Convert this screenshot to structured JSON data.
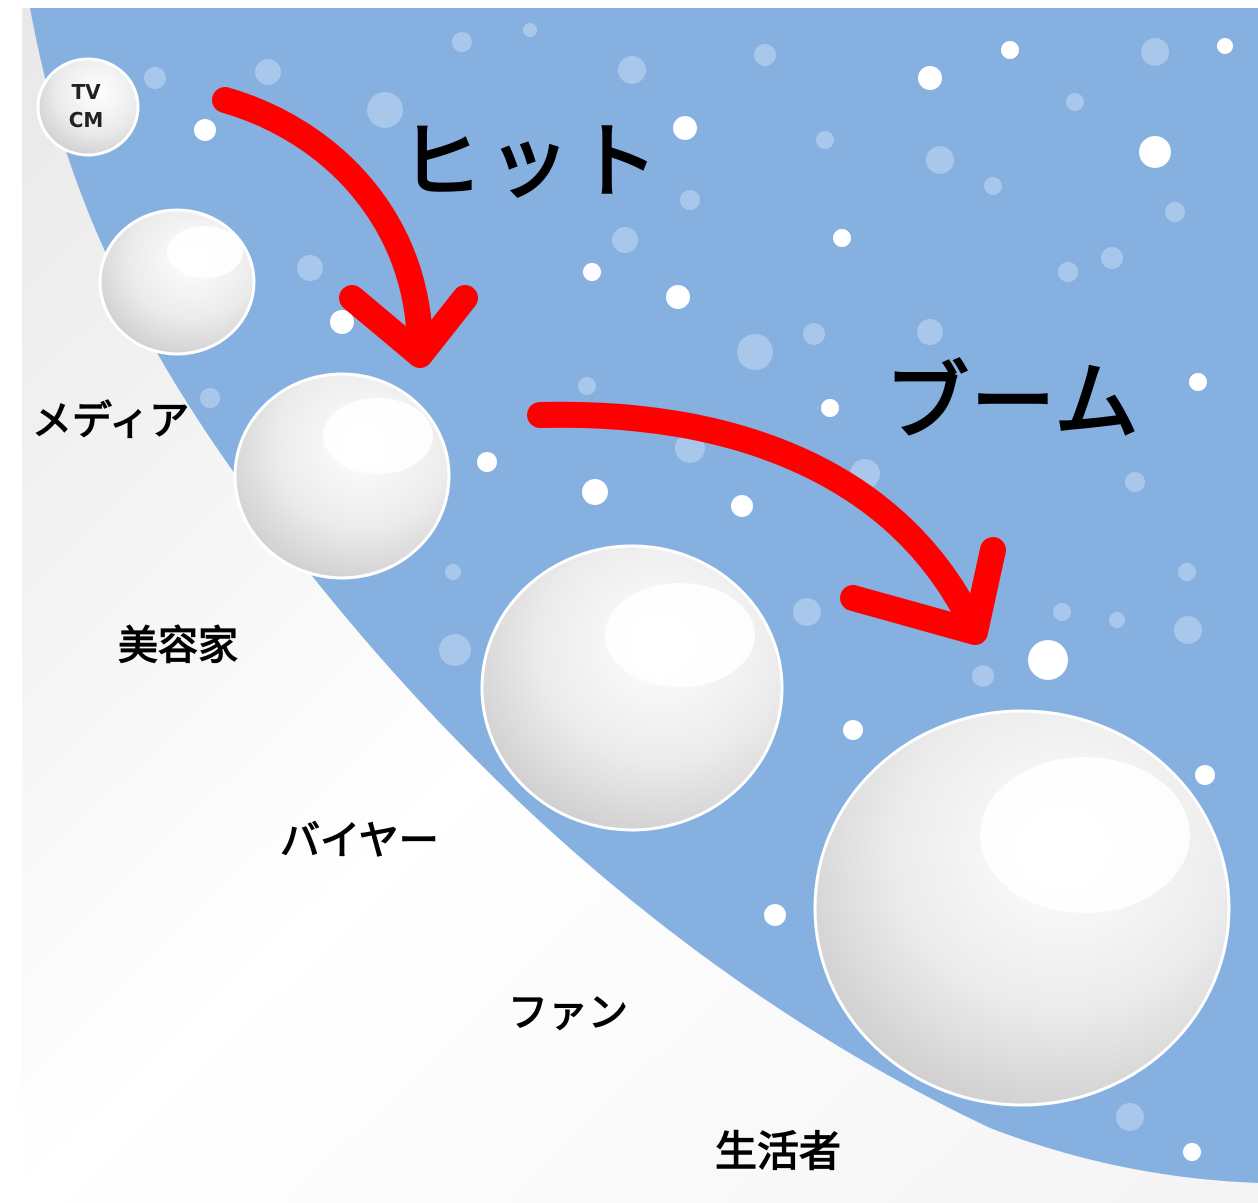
{
  "diagram": {
    "start_label": {
      "line1": "TV",
      "line2": "CM"
    },
    "stages": [
      "メディア",
      "美容家",
      "バイヤー",
      "ファン",
      "生活者"
    ],
    "phases": [
      "ヒット",
      "ブーム"
    ],
    "colors": {
      "sky": "#85b0e0",
      "snow_slope": "#f1f1f1",
      "arrow": "#ff0000",
      "snowball": "#e4e4e4",
      "text": "#000000"
    }
  }
}
